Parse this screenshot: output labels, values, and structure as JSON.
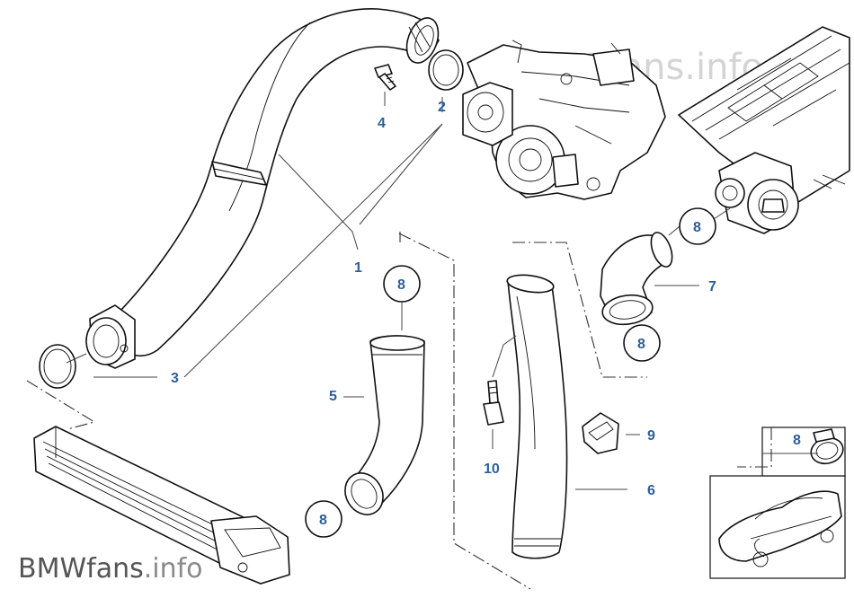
{
  "watermarks": {
    "top": "BMWfans.info",
    "bottom_brand": "BMWfans",
    "bottom_tld": ".info"
  },
  "callouts": {
    "p1": "1",
    "p2": "2",
    "p3": "3",
    "p4": "4",
    "p5": "5",
    "p6": "6",
    "p7": "7",
    "p8": "8",
    "p9": "9",
    "p10": "10"
  },
  "colors": {
    "callout": "#2c5f9e",
    "watermark_gray": "#d4d4d4",
    "bottom_brand": "#555555",
    "bottom_tld": "#8a8a8a",
    "line": "#111111"
  }
}
